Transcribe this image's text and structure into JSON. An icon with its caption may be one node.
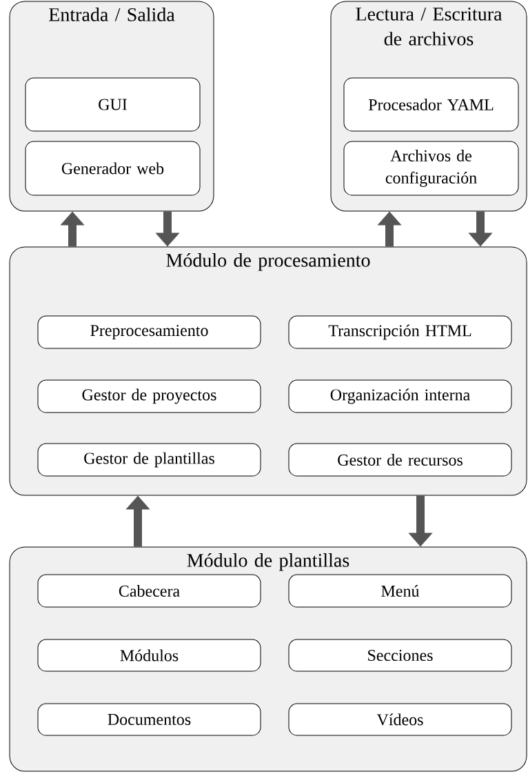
{
  "diagram": {
    "nodes": [
      {
        "text": [
          "Entrada / Salida"
        ]
      },
      {
        "text": [
          "GUI"
        ],
        "in": 0
      },
      {
        "text": [
          "Generador web"
        ],
        "in": 0
      },
      {
        "text": [
          "Lectura / Escritura de archivos"
        ]
      },
      {
        "text": [
          "Procesador YAML"
        ],
        "in": 3
      },
      {
        "text": [
          "Archivos de configuración"
        ],
        "in": 3
      },
      {
        "text": [
          "Módulo de procesamiento"
        ]
      },
      {
        "text": [
          "Preprocesamiento"
        ],
        "in": 6
      },
      {
        "text": [
          "Transcripción HTML"
        ],
        "in": 6
      },
      {
        "text": [
          "Gestor de proyectos"
        ],
        "in": 6
      },
      {
        "text": [
          "Organización interna"
        ],
        "in": 6
      },
      {
        "text": [
          "Gestor de plantillas"
        ],
        "in": 6
      },
      {
        "text": [
          "Gestor de recursos"
        ],
        "in": 6
      },
      {
        "text": [
          "Módulo de plantillas"
        ]
      },
      {
        "text": [
          "Cabecera"
        ],
        "in": 13
      },
      {
        "text": [
          "Menú"
        ],
        "in": 13
      },
      {
        "text": [
          "Módulos"
        ],
        "in": 13
      },
      {
        "text": [
          "Secciones"
        ],
        "in": 13
      },
      {
        "text": [
          "Documentos"
        ],
        "in": 13
      },
      {
        "text": [
          "Vídeos"
        ],
        "in": 13
      }
    ],
    "edges": [
      {
        "from": 6,
        "to": 0,
        "arrow": "to"
      },
      {
        "from": 0,
        "to": 6,
        "arrow": "to"
      },
      {
        "from": 6,
        "to": 3,
        "arrow": "to"
      },
      {
        "from": 3,
        "to": 6,
        "arrow": "to"
      },
      {
        "from": 13,
        "to": 6,
        "arrow": "to"
      },
      {
        "from": 6,
        "to": 13,
        "arrow": "to"
      }
    ]
  }
}
